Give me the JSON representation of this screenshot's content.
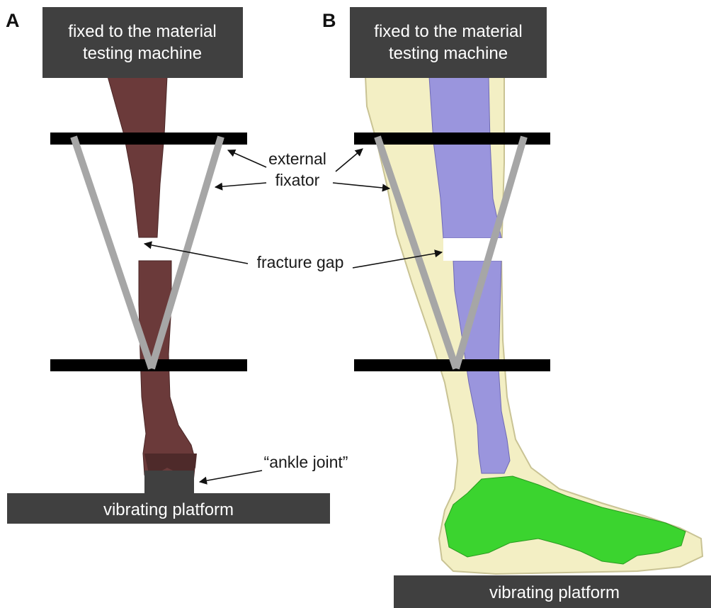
{
  "panels": {
    "a": {
      "letter": "A",
      "top_box": {
        "line1": "fixed to the material",
        "line2": "testing machine"
      },
      "bottom_box": "vibrating platform"
    },
    "b": {
      "letter": "B",
      "top_box": {
        "line1": "fixed to the material",
        "line2": "testing machine"
      },
      "bottom_box": "vibrating platform"
    }
  },
  "annotations": {
    "external_fixator": {
      "line1": "external",
      "line2": "fixator"
    },
    "fracture_gap": "fracture gap",
    "ankle_joint": "“ankle joint”"
  },
  "colors": {
    "box_fill": "#404040",
    "bar_fill": "#000000",
    "rod_fill": "#a6a6a6",
    "bone_a": "#6b3a3a",
    "tibia_b": "#9a95dd",
    "soft_tissue_b": "#f3efc4",
    "foot_bones_b": "#3bd42f"
  }
}
